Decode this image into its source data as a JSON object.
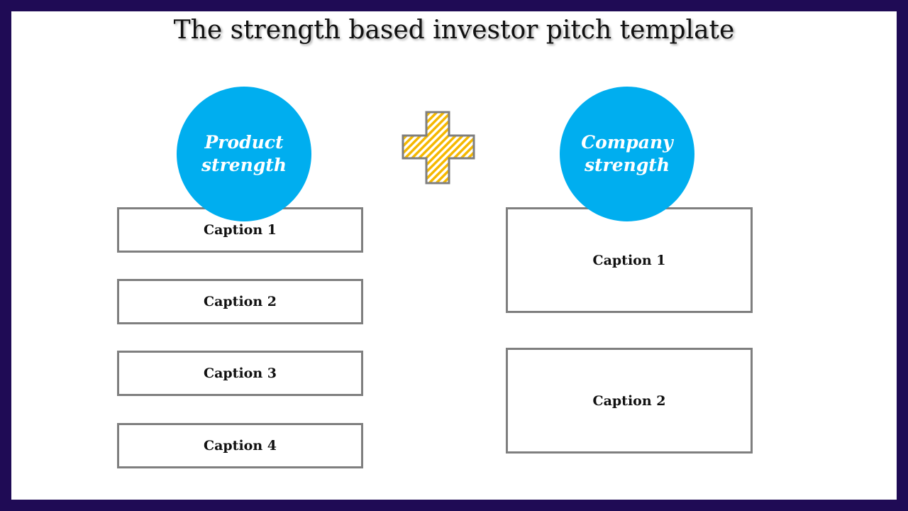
{
  "title": "The strength based investor pitch template",
  "colors": {
    "frame": "#1f0b55",
    "circle": "#00aeef",
    "box_border": "#7f7f7f",
    "plus_fill": "#f5b800"
  },
  "left": {
    "circle_label": "Product\nstrength",
    "captions": [
      "Caption 1",
      "Caption 2",
      "Caption 3",
      "Caption 4"
    ]
  },
  "center": {
    "icon": "plus-icon"
  },
  "right": {
    "circle_label": "Company\nstrength",
    "captions": [
      "Caption 1",
      "Caption 2"
    ]
  }
}
